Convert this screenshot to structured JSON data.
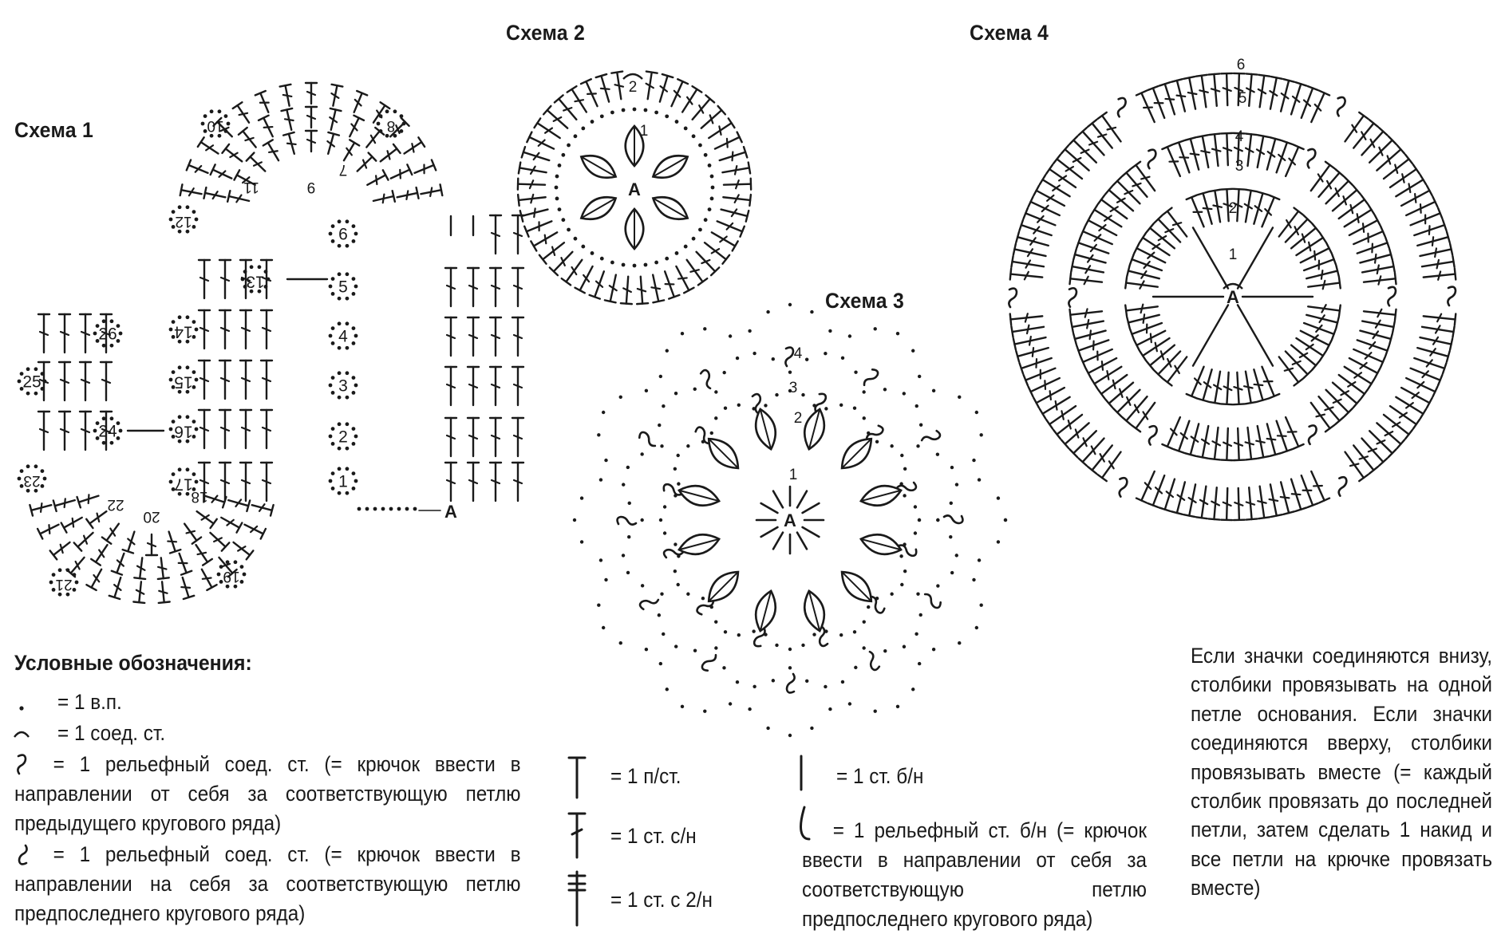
{
  "schemes": [
    {
      "title": "Схема 1"
    },
    {
      "title": "Схема 2"
    },
    {
      "title": "Схема 3"
    },
    {
      "title": "Схема 4"
    }
  ],
  "scheme1": {
    "rows": [
      "1",
      "2",
      "3",
      "4",
      "5",
      "6",
      "7",
      "8",
      "9",
      "10",
      "11",
      "12",
      "13",
      "14",
      "15",
      "16",
      "17",
      "18",
      "19",
      "20",
      "21",
      "22",
      "23",
      "24",
      "25",
      "26"
    ],
    "start": "A"
  },
  "scheme2": {
    "rows": [
      "1",
      "2"
    ],
    "start": "A"
  },
  "scheme3": {
    "rows": [
      "1",
      "2",
      "3",
      "4"
    ],
    "start": "A"
  },
  "scheme4": {
    "rows": [
      "1",
      "2",
      "3",
      "4",
      "5",
      "6"
    ],
    "start": "A"
  },
  "legend": {
    "title": "Условные обозначения:",
    "items": [
      {
        "icon": "chain-dot",
        "text": "= 1 в.п."
      },
      {
        "icon": "slip-stitch-arc",
        "text": "= 1 соед. ст."
      },
      {
        "icon": "front-post-slip-stitch",
        "text": "= 1 рельефный соед. ст. (= крючок ввести в направлении от себя за соответствующую петлю предыдущего кругового ряда)"
      },
      {
        "icon": "back-post-slip-stitch",
        "text": "= 1 рельефный соед. ст. (= крючок ввести в направлении на себя за соответствующую петлю предпоследнего кругового ряда)"
      },
      {
        "icon": "half-double-crochet",
        "text": "= 1 п/ст."
      },
      {
        "icon": "double-crochet",
        "text": "= 1 ст. с/н"
      },
      {
        "icon": "treble-crochet",
        "text": "= 1 ст. с 2/н"
      },
      {
        "icon": "single-crochet",
        "text": "= 1 ст. б/н"
      },
      {
        "icon": "post-single-crochet",
        "text": "= 1 рельефный ст. б/н (= крючок ввести в направлении от себя за соответствующую петлю предпоследнего кругового ряда)"
      }
    ]
  },
  "note": "Если значки соединяются внизу, столбики провязывать на одной петле основания. Если значки соединяются вверху, столбики провязывать вместе (= каждый столбик провязать до последней петли, затем сделать 1 накид и все петли на крючке провязать вместе)"
}
